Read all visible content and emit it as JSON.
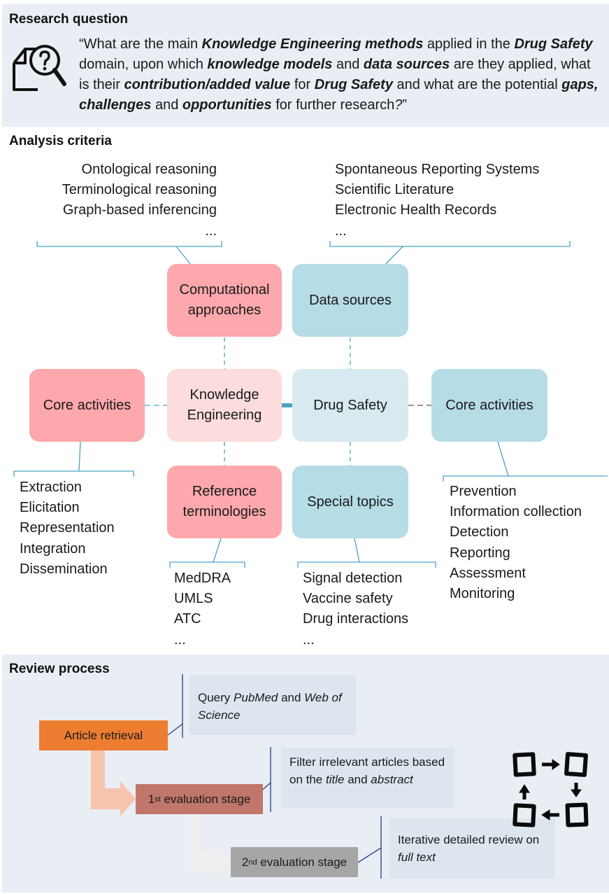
{
  "research": {
    "heading": "Research question",
    "question_parts": [
      {
        "t": "“What are the main ",
        "s": "n"
      },
      {
        "t": "Knowledge Engineering methods",
        "s": "bi"
      },
      {
        "t": " applied in the ",
        "s": "n"
      },
      {
        "t": "Drug Safety",
        "s": "bi"
      },
      {
        "t": " domain, upon which ",
        "s": "n"
      },
      {
        "t": "knowledge models",
        "s": "bi"
      },
      {
        "t": " and ",
        "s": "n"
      },
      {
        "t": "data sources",
        "s": "bi"
      },
      {
        "t": " are they applied, what is their ",
        "s": "n"
      },
      {
        "t": "contribution/added value",
        "s": "bi"
      },
      {
        "t": " for ",
        "s": "n"
      },
      {
        "t": "Drug Safety",
        "s": "bi"
      },
      {
        "t": " and what are the potential ",
        "s": "n"
      },
      {
        "t": "gaps, challenges",
        "s": "bi"
      },
      {
        "t": " and ",
        "s": "n"
      },
      {
        "t": "opportunities",
        "s": "bi"
      },
      {
        "t": " for further research",
        "s": "n"
      },
      {
        "t": "?",
        "s": "i"
      },
      {
        "t": "”",
        "s": "n"
      }
    ]
  },
  "analysis": {
    "heading": "Analysis criteria",
    "computational_list": [
      "Ontological reasoning",
      "Terminological reasoning",
      "Graph-based inferencing",
      "..."
    ],
    "datasources_list": [
      "Spontaneous Reporting Systems",
      "Scientific Literature",
      "Electronic Health Records",
      "..."
    ],
    "boxes": {
      "computational": "Computational\napproaches",
      "datasources": "Data sources",
      "ke_core": "Core activities",
      "ke": "Knowledge\nEngineering",
      "ds": "Drug Safety",
      "ds_core": "Core activities",
      "reference": "Reference\nterminologies",
      "special": "Special topics"
    },
    "ke_core_list": [
      "Extraction",
      "Elicitation",
      "Representation",
      "Integration",
      "Dissemination"
    ],
    "reference_list": [
      "MedDRA",
      "UMLS",
      "ATC",
      "..."
    ],
    "special_list": [
      "Signal detection",
      "Vaccine safety",
      "Drug interactions",
      "..."
    ],
    "ds_core_list": [
      "Prevention",
      "Information collection",
      "Detection",
      "Reporting",
      "Assessment",
      "Monitoring"
    ]
  },
  "review": {
    "heading": "Review process",
    "stage1": "Article retrieval",
    "stage2_sup": "st",
    "stage2_num": "1",
    "stage2_rest": " evaluation stage",
    "stage3_sup": "nd",
    "stage3_num": "2",
    "stage3_rest": " evaluation stage",
    "note1_parts": [
      {
        "t": "Query ",
        "s": "n"
      },
      {
        "t": "PubMed",
        "s": "i"
      },
      {
        "t": " and ",
        "s": "n"
      },
      {
        "t": "Web of Science",
        "s": "i"
      }
    ],
    "note2_parts": [
      {
        "t": "Filter irrelevant articles based on the ",
        "s": "n"
      },
      {
        "t": "title",
        "s": "i"
      },
      {
        "t": " and ",
        "s": "n"
      },
      {
        "t": "abstract",
        "s": "i"
      }
    ],
    "note3_parts": [
      {
        "t": "Iterative detailed review on ",
        "s": "n"
      },
      {
        "t": "full text",
        "s": "i"
      }
    ]
  },
  "colors": {
    "pink": "#fca8ac",
    "pink_light": "#fcdcdc",
    "blue": "#b6dce6",
    "blue_light": "#d8e9ef",
    "orange": "#ed7d31",
    "brick": "#c0766a",
    "grey": "#a6a6a6",
    "line_blue": "#4aa3c0",
    "note_line": "#2f4a8c"
  },
  "icons": [
    "magnifier-document-icon",
    "iterative-cycle-icon"
  ]
}
